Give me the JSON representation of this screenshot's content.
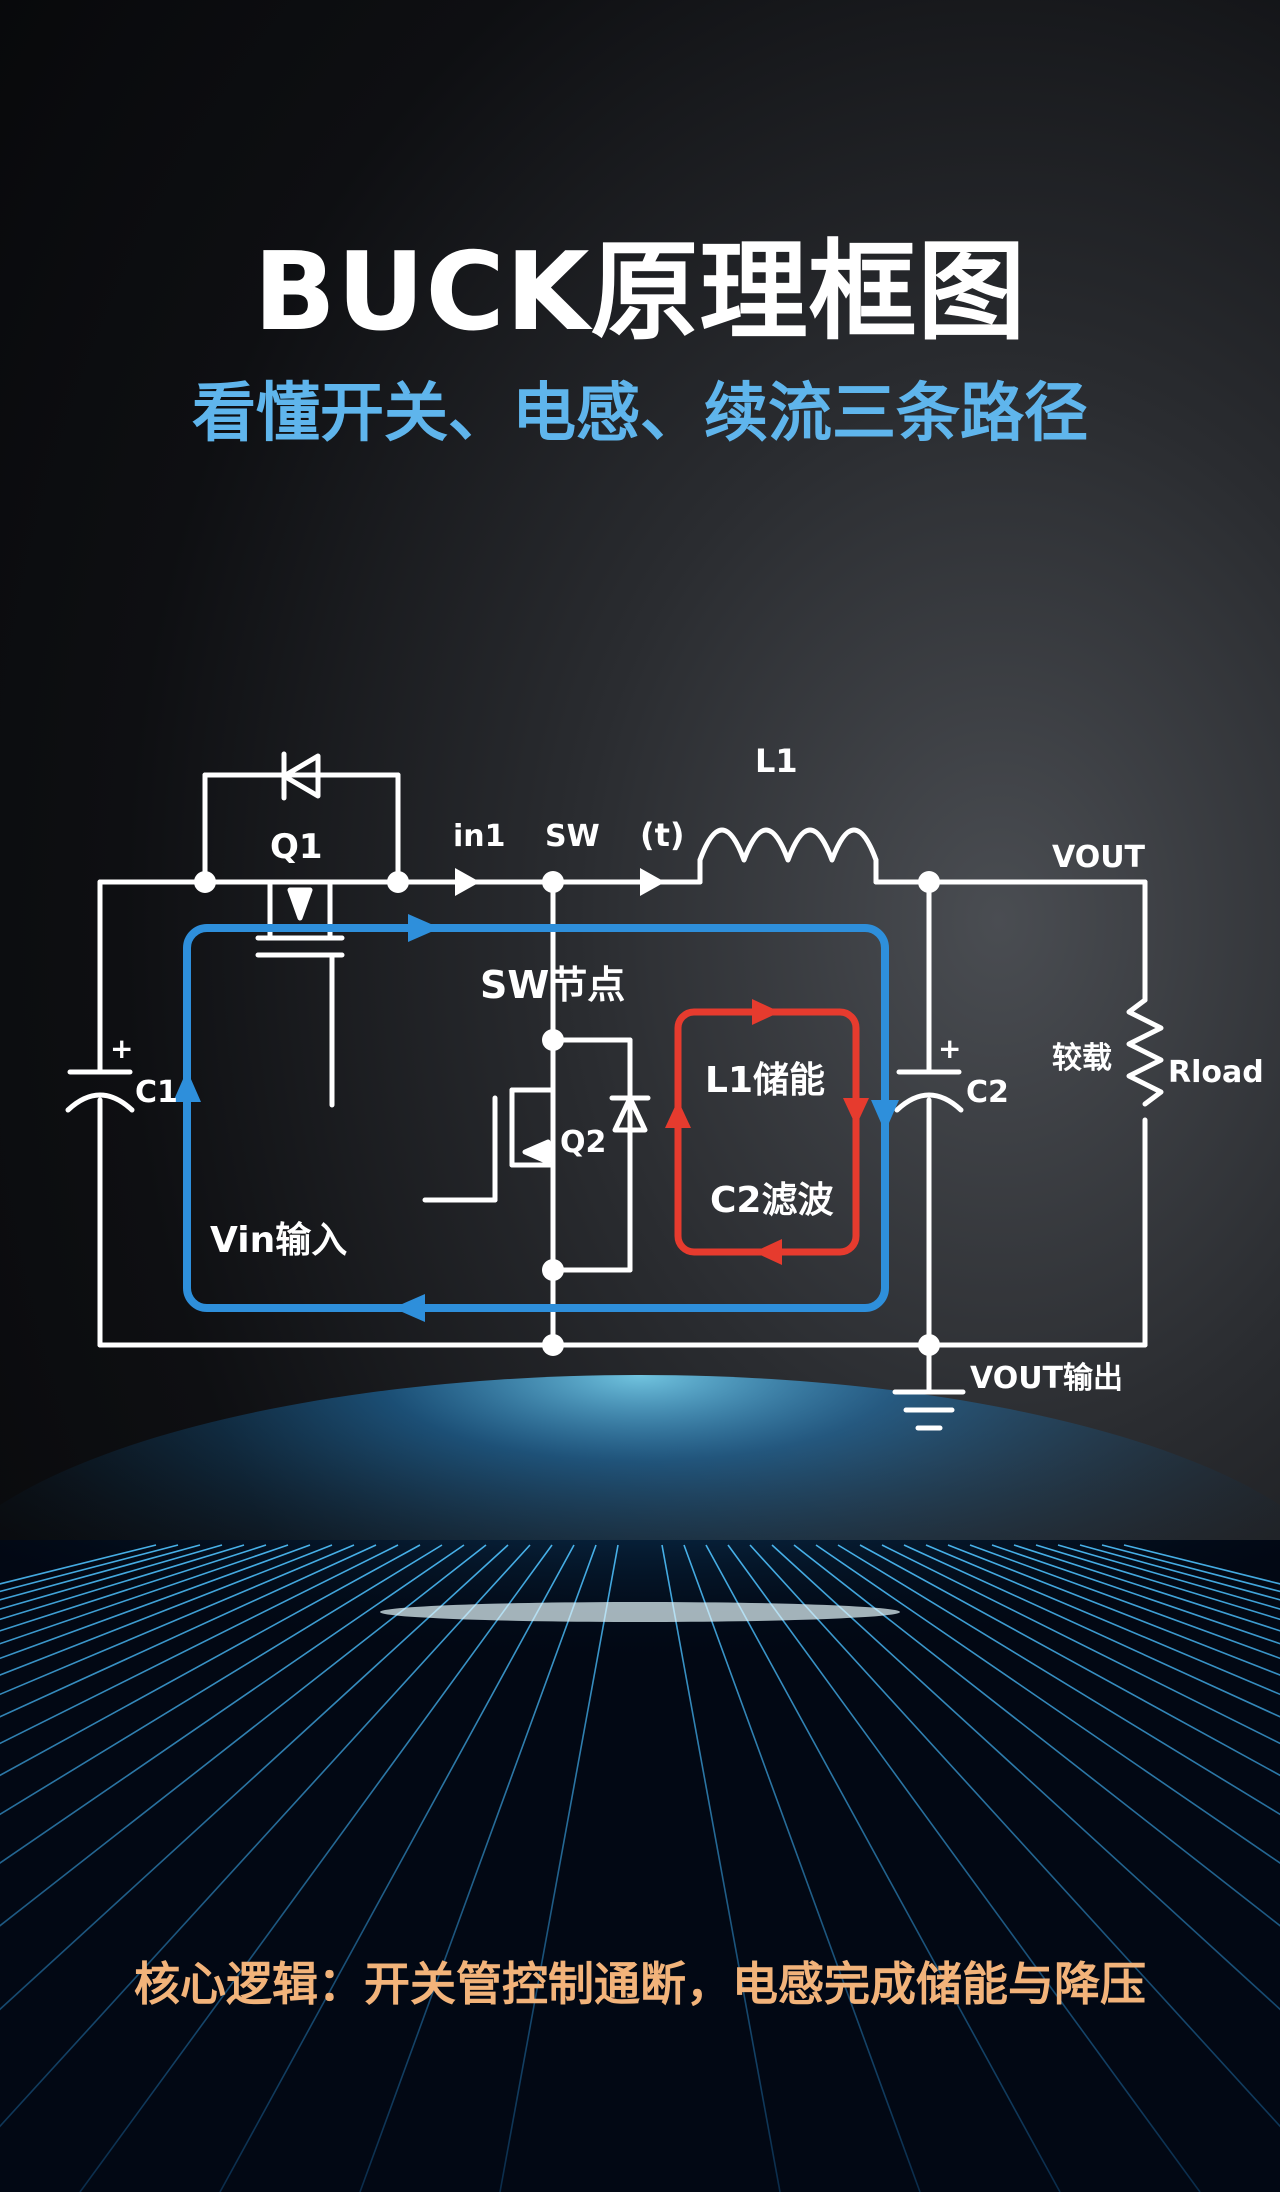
{
  "header": {
    "title": "BUCK原理框图",
    "subtitle": "看懂开关、电感、续流三条路径"
  },
  "diagram": {
    "labels": {
      "q1": "Q1",
      "in1": "in1",
      "sw_top": "SW",
      "t": "(t)",
      "l1": "L1",
      "vout": "VOUT",
      "c1": "C1",
      "sw_node": "SW节点",
      "l1_store": "L1储能",
      "c2_filter": "C2滤波",
      "q2": "Q2",
      "c2": "C2",
      "load": "较载",
      "rload": "Rload",
      "vin_input": "Vin输入",
      "vout_output": "VOUT输出",
      "plus1": "+",
      "plus2": "+"
    },
    "colors": {
      "wire": "#ffffff",
      "blue_loop": "#2e8fdb",
      "red_loop": "#e63b2e"
    }
  },
  "footer": {
    "text": "核心逻辑：开关管控制通断，电感完成储能与降压"
  }
}
